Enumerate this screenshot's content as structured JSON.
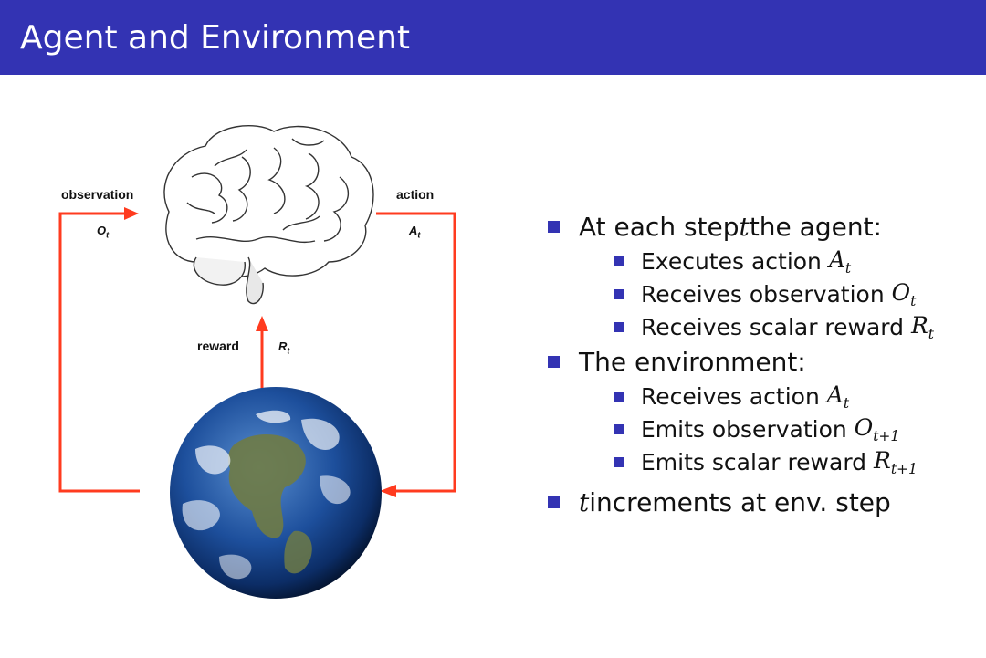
{
  "slide": {
    "title": "Agent and Environment"
  },
  "diagram": {
    "labels": {
      "observation": "observation",
      "observation_symbol": "O",
      "observation_sub": "t",
      "action": "action",
      "action_symbol": "A",
      "action_sub": "t",
      "reward": "reward",
      "reward_symbol": "R",
      "reward_sub": "t"
    },
    "colors": {
      "arrow": "#ff3b1f",
      "header": "#3333b3",
      "bullet": "#3333b3"
    },
    "images": [
      "brain-illustration",
      "earth-globe"
    ]
  },
  "bullets": {
    "b1": {
      "pre": "At each step ",
      "var": "t",
      "post": " the agent:"
    },
    "b1a": {
      "text": "Executes action ",
      "sym": "A",
      "sub": "t"
    },
    "b1b": {
      "text": "Receives observation ",
      "sym": "O",
      "sub": "t"
    },
    "b1c": {
      "text": "Receives scalar reward ",
      "sym": "R",
      "sub": "t"
    },
    "b2": {
      "text": "The environment:"
    },
    "b2a": {
      "text": "Receives action ",
      "sym": "A",
      "sub": "t"
    },
    "b2b": {
      "text": "Emits observation ",
      "sym": "O",
      "sub": "t+1"
    },
    "b2c": {
      "text": "Emits scalar reward ",
      "sym": "R",
      "sub": "t+1"
    },
    "b3": {
      "var": "t",
      "post": " increments at env. step"
    }
  }
}
